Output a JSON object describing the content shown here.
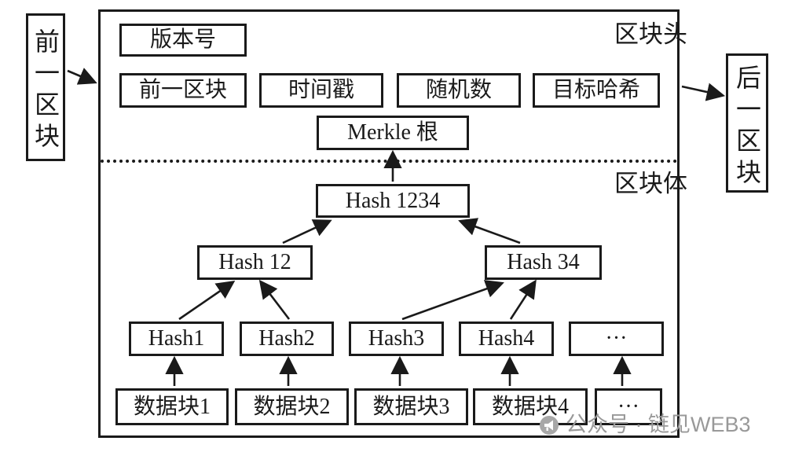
{
  "diagram": {
    "prev_block_label": "前一区块",
    "next_block_label": "后一区块",
    "block_header": {
      "section_label": "区块头",
      "version_label": "版本号",
      "fields": [
        "前一区块",
        "时间戳",
        "随机数",
        "目标哈希"
      ],
      "merkle_root_label": "Merkle 根"
    },
    "block_body": {
      "section_label": "区块体",
      "root_hash": "Hash 1234",
      "branch_hashes": [
        "Hash 12",
        "Hash 34"
      ],
      "leaf_hashes": [
        "Hash1",
        "Hash2",
        "Hash3",
        "Hash4",
        "···"
      ],
      "data_blocks": [
        "数据块1",
        "数据块2",
        "数据块3",
        "数据块4",
        "···"
      ]
    },
    "watermark": "公众号 · 链见WEB3"
  },
  "colors": {
    "line": "#1a1a1a",
    "watermark": "#999999",
    "background": "#ffffff"
  }
}
